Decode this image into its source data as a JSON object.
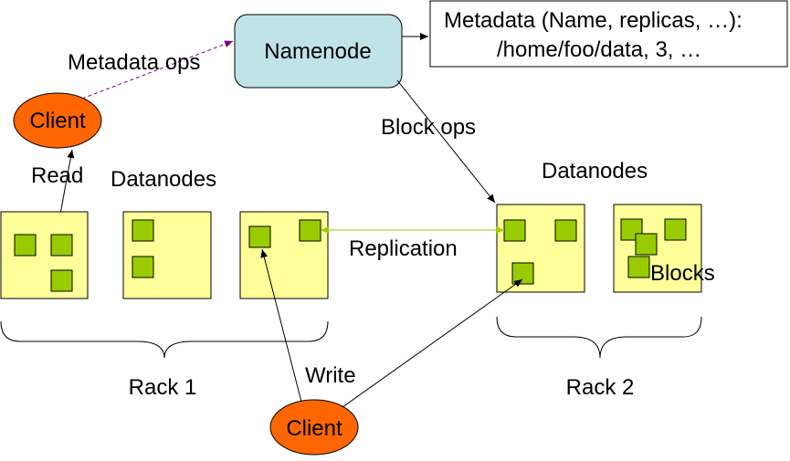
{
  "namenode": {
    "label": "Namenode"
  },
  "metadata_box": {
    "line1": "Metadata (Name, replicas, …):",
    "line2": "/home/foo/data, 3, …"
  },
  "clients": {
    "top": "Client",
    "bottom": "Client"
  },
  "edges": {
    "metadata_ops": "Metadata ops",
    "block_ops": "Block ops",
    "read": "Read",
    "write": "Write",
    "replication": "Replication"
  },
  "datanodes": {
    "rack1_label": "Datanodes",
    "rack2_label": "Datanodes"
  },
  "blocks_label": "Blocks",
  "racks": {
    "rack1": "Rack 1",
    "rack2": "Rack 2"
  },
  "colors": {
    "namenode_fill": "#bfe3e6",
    "client_fill": "#ff6600",
    "datanode_fill": "#ffff99",
    "block_fill": "#99cc00",
    "metadata_ops_edge": "#800080",
    "replication_edge": "#99cc00"
  }
}
